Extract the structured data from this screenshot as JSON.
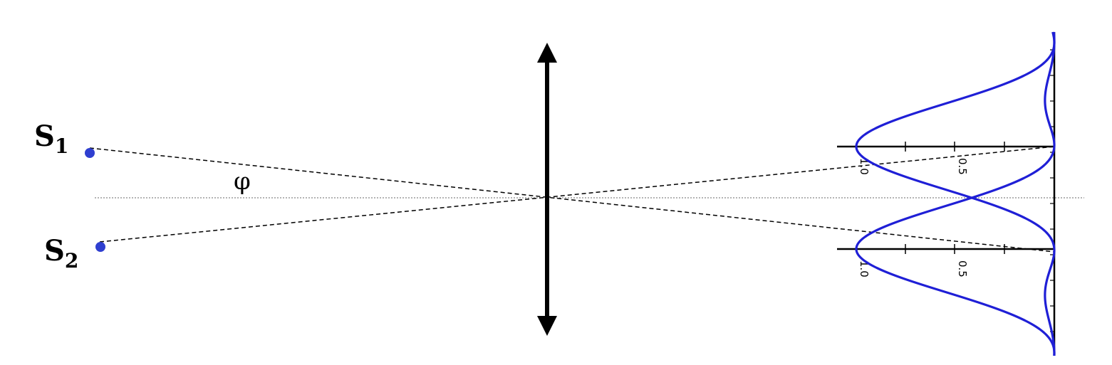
{
  "sources": [
    {
      "label": "S",
      "subscript": "1"
    },
    {
      "label": "S",
      "subscript": "2"
    }
  ],
  "angle_label": "φ",
  "patterns": [
    {
      "ticks": [
        {
          "label": "1.0"
        },
        {
          "label": "0.5"
        }
      ]
    },
    {
      "ticks": [
        {
          "label": "1.0"
        },
        {
          "label": "0.5"
        }
      ]
    }
  ],
  "colors": {
    "curve": "#1f1fd6",
    "source_dot": "#2f3fd0",
    "lines": "#000000",
    "axis": "#888888"
  }
}
